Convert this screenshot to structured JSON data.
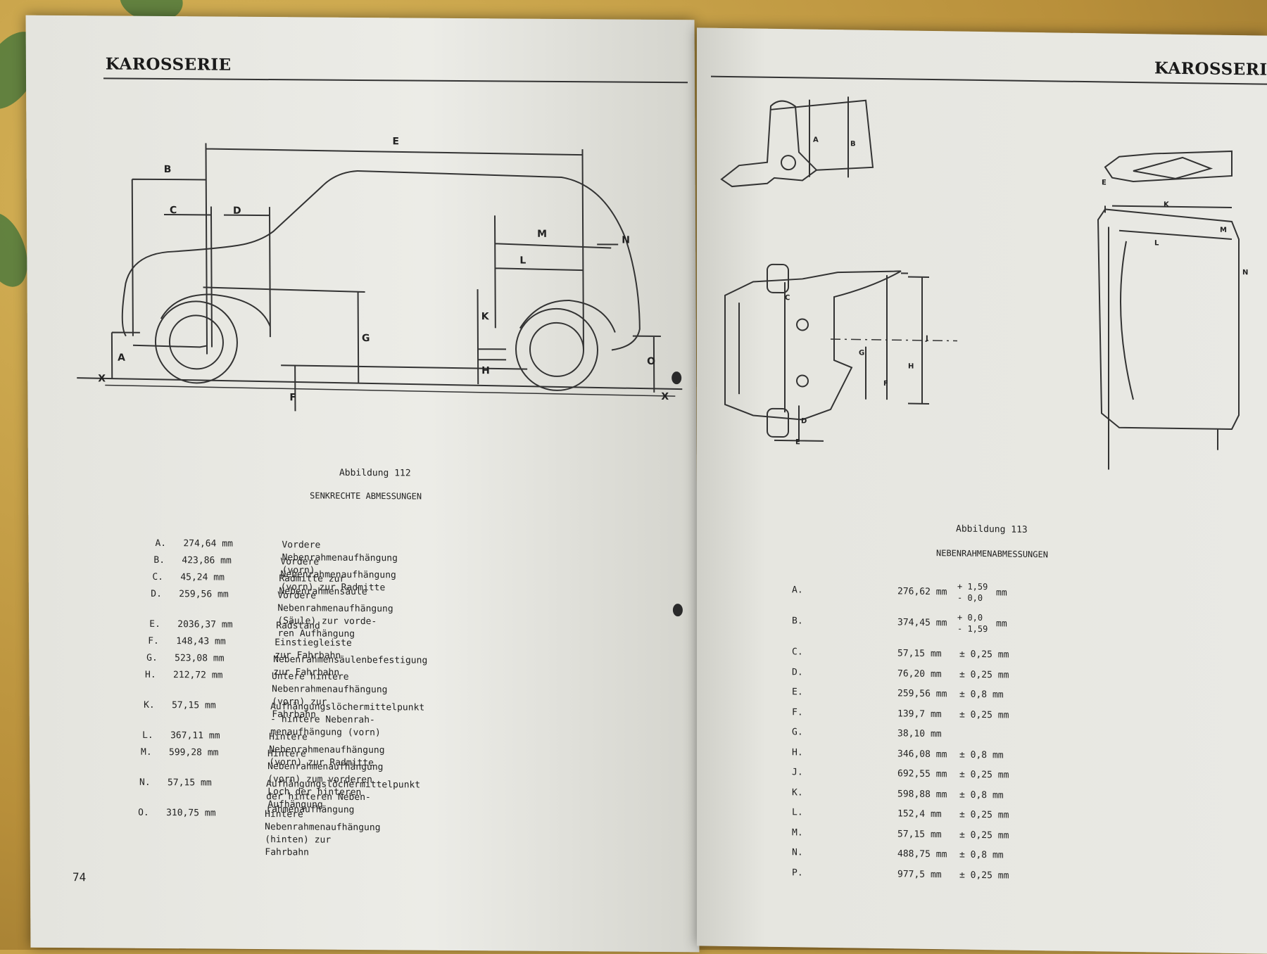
{
  "left_page": {
    "header": "KAROSSERIE",
    "figure_caption": "Abbildung 112",
    "figure_subtitle": "SENKRECHTE ABMESSUNGEN",
    "diagram_labels": [
      "A",
      "B",
      "C",
      "D",
      "E",
      "F",
      "G",
      "H",
      "K",
      "L",
      "M",
      "N",
      "O",
      "X",
      "X"
    ],
    "dimensions": [
      {
        "key": "A.",
        "value": "274,64 mm",
        "desc": "Vordere Nebenrahmenaufhängung (vorn)"
      },
      {
        "key": "B.",
        "value": "423,86 mm",
        "desc": "Vordere Nebenrahmenaufhängung (vorn) zur Radmitte"
      },
      {
        "key": "C.",
        "value": "45,24 mm",
        "desc": "Radmitte zur Nebenrahmensäule"
      },
      {
        "key": "D.",
        "value": "259,56 mm",
        "desc": "Vordere Nebenrahmenaufhängung (Säule) zur vorde-\nren Aufhängung"
      },
      {
        "key": "E.",
        "value": "2036,37 mm",
        "desc": "Radstand"
      },
      {
        "key": "F.",
        "value": "148,43 mm",
        "desc": "Einstiegleiste zur Fahrbahn"
      },
      {
        "key": "G.",
        "value": "523,08 mm",
        "desc": "Nebenrahmensäulenbefestigung zur Fahrbahn"
      },
      {
        "key": "H.",
        "value": "212,72 mm",
        "desc": "Untere hintere Nebenrahmenaufhängung (vorn) zur\nFahrbahn"
      },
      {
        "key": "K.",
        "value": "57,15 mm",
        "desc": "Aufhängungslöchermittelpunkt - hintere Nebenrah-\nmenaufhängung (vorn)"
      },
      {
        "key": "L.",
        "value": "367,11 mm",
        "desc": "Hintere Nebenrahmenaufhängung (vorn) zur Radmitte"
      },
      {
        "key": "M.",
        "value": "599,28 mm",
        "desc": "Hintere Nebenrahmenaufhängung (vorn) zum vorderen\nLoch der hinteren Aufhängung"
      },
      {
        "key": "N.",
        "value": "57,15 mm",
        "desc": "Aufhängungslöchermittelpunkt der hinteren Neben-\nrahmenaufhängung"
      },
      {
        "key": "O.",
        "value": "310,75 mm",
        "desc": "Hintere Nebenrahmenaufhängung (hinten) zur\nFahrbahn"
      }
    ],
    "page_number": "74"
  },
  "right_page": {
    "header": "KAROSSERIE",
    "figure_caption": "Abbildung 113",
    "figure_subtitle": "NEBENRAHMENABMESSUNGEN",
    "diagram_labels": [
      "A",
      "B",
      "C",
      "D",
      "E",
      "F",
      "G",
      "H",
      "J",
      "K",
      "L",
      "M",
      "N"
    ],
    "dimensions": [
      {
        "key": "A.",
        "value": "276,62 mm",
        "tol_plus": "+ 1,59",
        "tol_minus": "- 0,0",
        "unit": "mm"
      },
      {
        "key": "B.",
        "value": "374,45 mm",
        "tol_plus": "+ 0,0",
        "tol_minus": "- 1,59",
        "unit": "mm"
      },
      {
        "key": "C.",
        "value": "57,15 mm",
        "tol": "± 0,25 mm"
      },
      {
        "key": "D.",
        "value": "76,20 mm",
        "tol": "± 0,25 mm"
      },
      {
        "key": "E.",
        "value": "259,56 mm",
        "tol": "± 0,8 mm"
      },
      {
        "key": "F.",
        "value": "139,7 mm",
        "tol": "± 0,25 mm"
      },
      {
        "key": "G.",
        "value": "38,10 mm",
        "tol": ""
      },
      {
        "key": "H.",
        "value": "346,08 mm",
        "tol": "± 0,8 mm"
      },
      {
        "key": "J.",
        "value": "692,55 mm",
        "tol": "± 0,25 mm"
      },
      {
        "key": "K.",
        "value": "598,88 mm",
        "tol": "± 0,8 mm"
      },
      {
        "key": "L.",
        "value": "152,4 mm",
        "tol": "± 0,25 mm"
      },
      {
        "key": "M.",
        "value": "57,15 mm",
        "tol": "± 0,25 mm"
      },
      {
        "key": "N.",
        "value": "488,75 mm",
        "tol": "± 0,8 mm"
      },
      {
        "key": "P.",
        "value": "977,5 mm",
        "tol": "± 0,25 mm"
      }
    ]
  }
}
